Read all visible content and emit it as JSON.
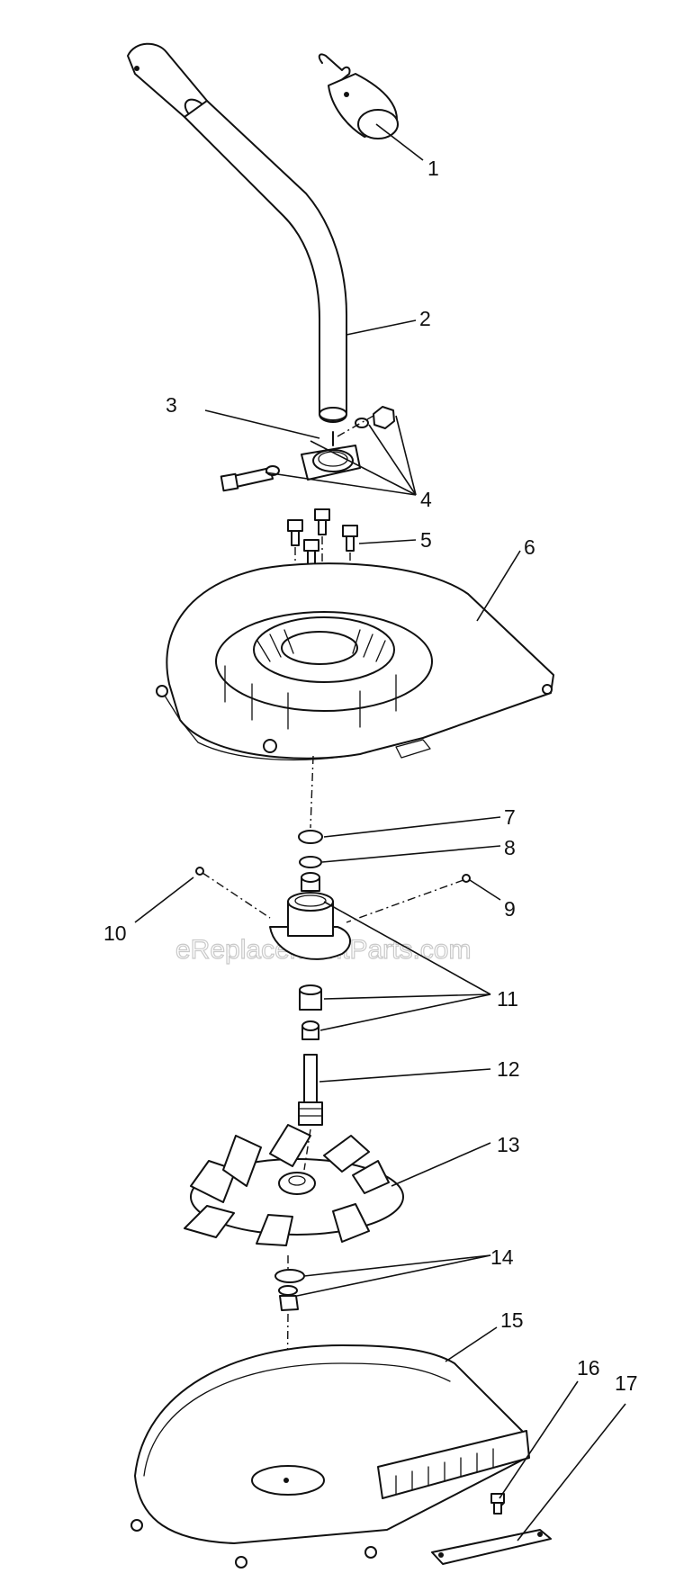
{
  "watermark": "eReplacementParts.com",
  "callouts": [
    {
      "id": "callout-1",
      "label": "1"
    },
    {
      "id": "callout-2",
      "label": "2"
    },
    {
      "id": "callout-3",
      "label": "3"
    },
    {
      "id": "callout-4",
      "label": "4"
    },
    {
      "id": "callout-5",
      "label": "5"
    },
    {
      "id": "callout-6",
      "label": "6"
    },
    {
      "id": "callout-7",
      "label": "7"
    },
    {
      "id": "callout-8",
      "label": "8"
    },
    {
      "id": "callout-9",
      "label": "9"
    },
    {
      "id": "callout-10",
      "label": "10"
    },
    {
      "id": "callout-11",
      "label": "11"
    },
    {
      "id": "callout-12",
      "label": "12"
    },
    {
      "id": "callout-13",
      "label": "13"
    },
    {
      "id": "callout-14",
      "label": "14"
    },
    {
      "id": "callout-15",
      "label": "15"
    },
    {
      "id": "callout-16",
      "label": "16"
    },
    {
      "id": "callout-17",
      "label": "17"
    }
  ]
}
